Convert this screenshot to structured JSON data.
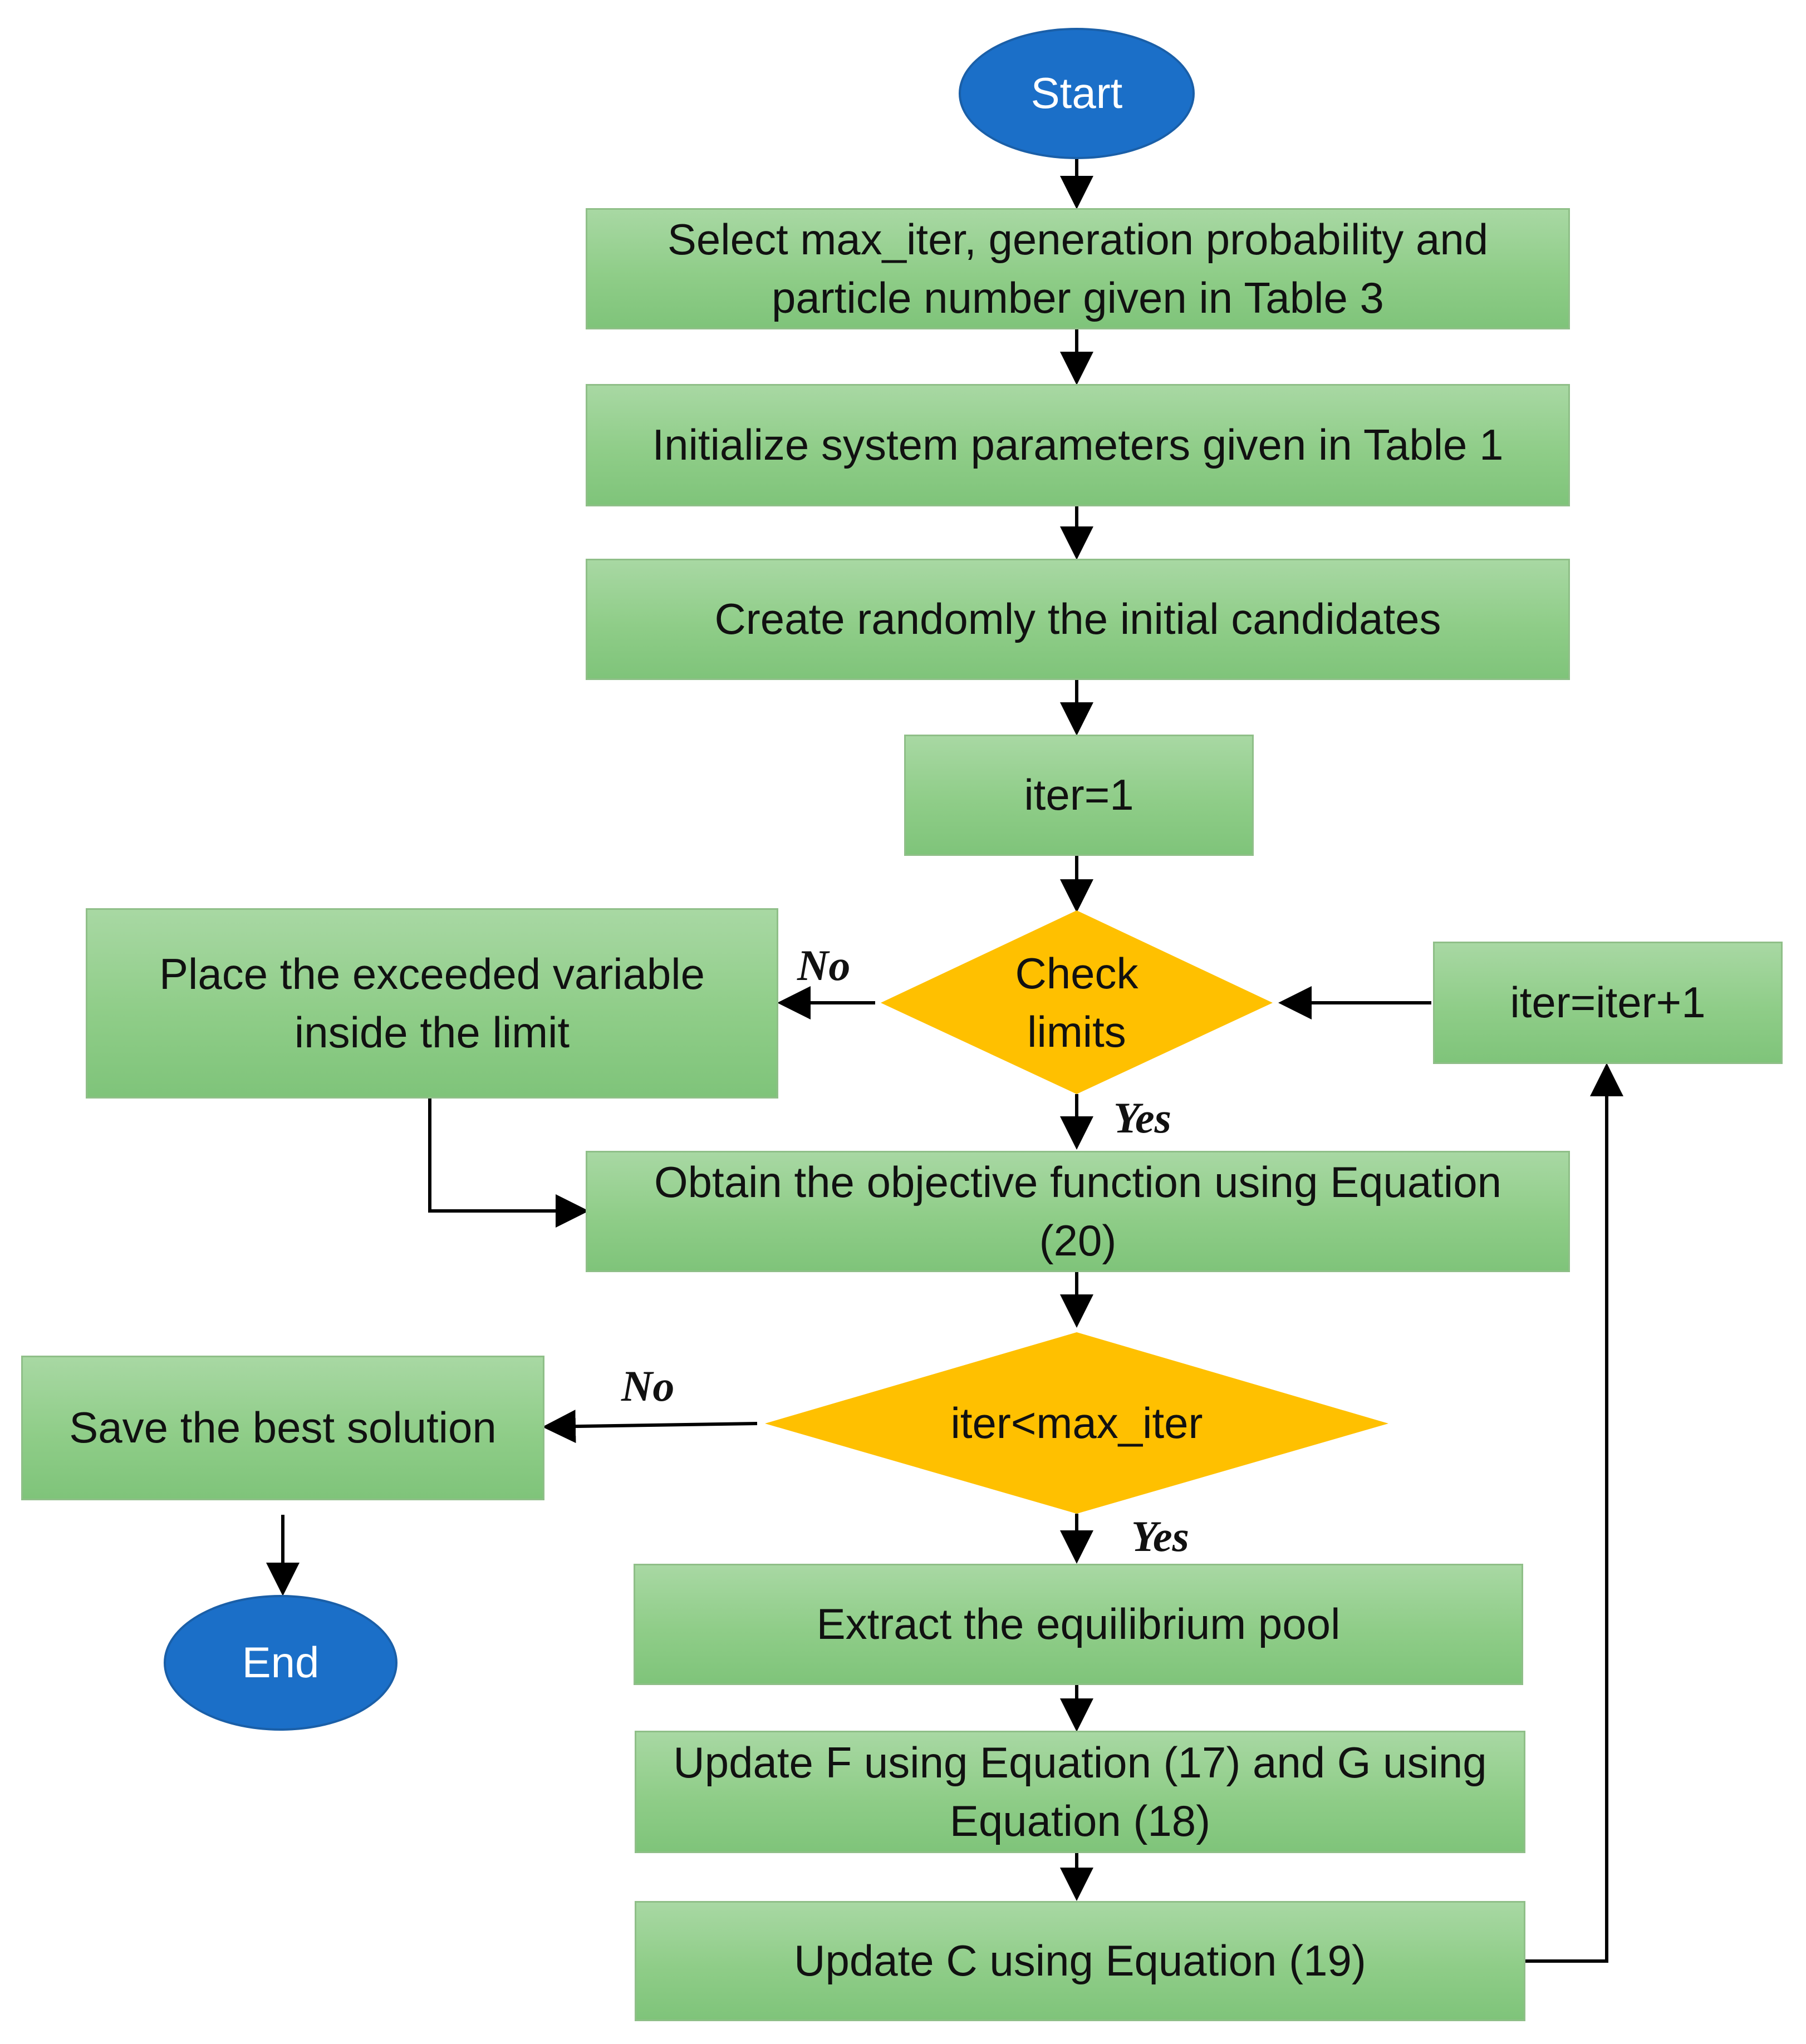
{
  "nodes": {
    "start": "Start",
    "select_params": "Select max_iter, generation probability and\nparticle number given in Table 3",
    "init_params": "Initialize system parameters given in Table 1",
    "create_candidates": "Create randomly the initial candidates",
    "iter_init": "iter=1",
    "check_limits": "Check\nlimits",
    "place_variable": "Place the exceeded variable\ninside the limit",
    "iter_increment": "iter=iter+1",
    "objective": "Obtain the objective function using Equation\n(20)",
    "iter_condition": "iter<max_iter",
    "save_best": "Save the best solution",
    "end": "End",
    "extract_pool": "Extract the equilibrium pool",
    "update_fg": "Update F using Equation (17) and G using\nEquation (18)",
    "update_c": "Update C using Equation (19)"
  },
  "labels": {
    "check_no": "No",
    "check_yes": "Yes",
    "iter_no": "No",
    "iter_yes": "Yes"
  },
  "colors": {
    "process_fill": "#8fcd88",
    "decision_fill": "#ffc000",
    "terminal_fill": "#1b6fc8",
    "arrow": "#000000"
  }
}
